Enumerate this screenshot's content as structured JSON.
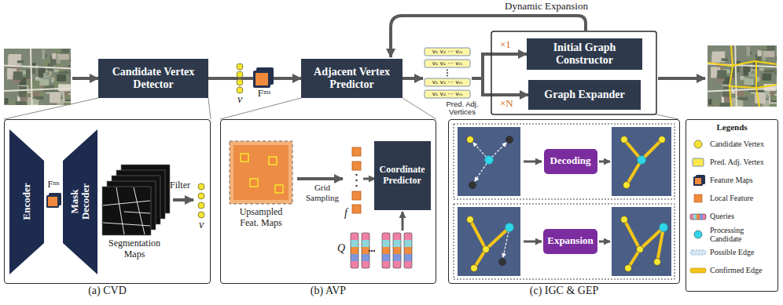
{
  "diagram": {
    "nodes": [
      {
        "text": [
          "Candidate Vertex Detector"
        ]
      },
      {
        "text": [
          "Adjacent Vertex Predictor"
        ]
      },
      {
        "text": [
          "Pred. Adj. Vertices"
        ]
      },
      {
        "text": [
          "Initial Graph Constructor"
        ]
      },
      {
        "text": [
          "Graph Expander"
        ]
      },
      {
        "text": [
          "(a) CVD"
        ]
      },
      {
        "text": [
          "Encoder"
        ],
        "in": 5
      },
      {
        "text": [
          "Mask Decoder"
        ],
        "in": 5
      },
      {
        "text": [
          "(b) AVP"
        ]
      },
      {
        "text": [
          "Coordinate Predictor"
        ],
        "in": 8
      },
      {
        "text": [
          "(c) IGC & GEP"
        ]
      },
      {
        "text": [
          "Decoding"
        ],
        "in": 10
      },
      {
        "text": [
          "Expansion"
        ],
        "in": 10
      }
    ],
    "edges": [
      {
        "from": 0,
        "to": 1,
        "arrow": "to"
      },
      {
        "from": 1,
        "to": 2,
        "arrow": "to"
      },
      {
        "from": 2,
        "to": 3,
        "arrow": "to"
      },
      {
        "from": 2,
        "to": 4,
        "arrow": "to"
      },
      {
        "from": 0,
        "to": 5,
        "arrow": "none"
      },
      {
        "from": 1,
        "to": 8,
        "arrow": "none"
      }
    ],
    "labels": [
      "v",
      "Fᵐˢ",
      "v₁ v₂ ⋯ vₘ",
      "v₁ v₂ ⋯ vₘ",
      "v₁ v₂ ⋯ vₘ",
      "v₁ v₂ ⋯ vₘ",
      "×1",
      "×N",
      "Dynamic Expansion",
      "Fᵐˢ",
      "Segmentation Maps",
      "Filter",
      "v",
      "Upsampled Feat. Maps",
      "Grid Sampling",
      "f",
      "Q",
      "Legends"
    ],
    "legend": [
      {
        "text": "Candidate Vertex",
        "color": "#f7e531"
      },
      {
        "text": "Pred. Adj. Vertex"
      },
      {
        "text": "Feature Maps"
      },
      {
        "text": "Local Feature",
        "color": "#f08a3c"
      },
      {
        "text": "Queries"
      },
      {
        "text": "Processing Candidate",
        "color": "#2fd5e8"
      },
      {
        "text": "Possible Edge"
      },
      {
        "text": "Confirmed Edge"
      }
    ]
  }
}
